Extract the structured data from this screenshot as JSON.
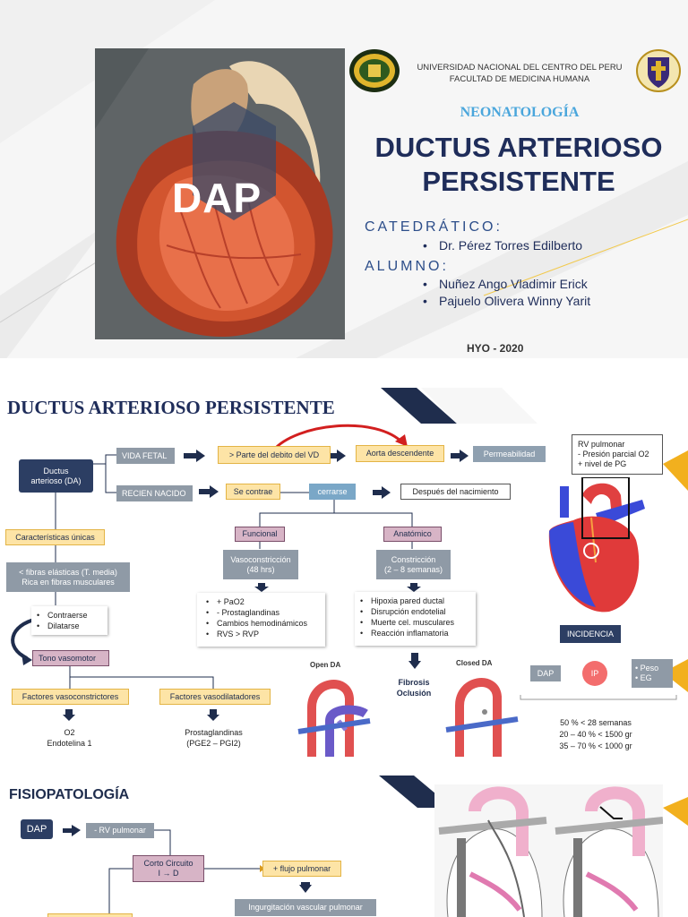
{
  "slide1": {
    "photo_overlay_label": "DAP",
    "university_line1": "UNIVERSIDAD NACIONAL DEL CENTRO DEL PERU",
    "university_line2": "FACULTAD DE MEDICINA HUMANA",
    "subject": "NEONATOLOGÍA",
    "title_line1": "DUCTUS ARTERIOSO",
    "title_line2": "PERSISTENTE",
    "catedratico_label": "CATEDRÁTICO:",
    "catedratico_name": "Dr. Pérez Torres Edilberto",
    "alumno_label": "ALUMNO:",
    "alumnos": [
      "Nuñez Ango Vladimir Erick",
      "Pajuelo Olivera Winny Yarit"
    ],
    "date": "HYO - 2020"
  },
  "slide2": {
    "title": "DUCTUS ARTERIOSO PERSISTENTE",
    "ductus": [
      "Ductus",
      "arterioso (DA)"
    ],
    "vida_fetal": "VIDA FETAL",
    "recien_nacido": "RECIEN NACIDO",
    "parte_debito": "> Parte del debito del VD",
    "aorta_descendente": "Aorta descendente",
    "permeabilidad": "Permeabilidad",
    "rv_list": [
      "RV pulmonar",
      "- Presión parcial O2",
      "+ nivel de PG"
    ],
    "se_contrae": "Se contrae",
    "cerrarse": "cerrarse",
    "despues_nacimiento": "Después del nacimiento",
    "caracteristicas": "Características únicas",
    "fibras": [
      "< fibras elásticas (T. media)",
      "Rica en fibras musculares"
    ],
    "contraerse_list": [
      "Contraerse",
      "Dilatarse"
    ],
    "tono_vasomotor": "Tono vasomotor",
    "factores_vasoconstrictores": "Factores vasoconstrictores",
    "factores_vasodilatadores": "Factores vasodilatadores",
    "vasoconstrictores_items": [
      "O2",
      "Endotelina 1"
    ],
    "vasodilatadores_items": [
      "Prostaglandinas",
      "(PGE2 – PGI2)"
    ],
    "funcional": "Funcional",
    "anatomico": "Anatómico",
    "vasoconstriccion": [
      "Vasoconstricción",
      "(48 hrs)"
    ],
    "constriccion": [
      "Constricción",
      "(2 – 8 semanas)"
    ],
    "funcional_list": [
      "+ PaO2",
      "- Prostaglandinas",
      "Cambios hemodinámicos",
      "RVS > RVP"
    ],
    "anatomico_list": [
      "Hipoxia pared ductal",
      "Disrupción endotelial",
      "Muerte cel. musculares",
      "Reacción inflamatoria"
    ],
    "fibrosis": [
      "Fibrosis",
      "Oclusión"
    ],
    "open_da": "Open DA",
    "closed_da": "Closed DA",
    "incidencia": "INCIDENCIA",
    "dap": "DAP",
    "ip": "IP",
    "peso_list": [
      "Peso",
      "EG"
    ],
    "incidencia_stats": [
      "50 %  < 28 semanas",
      "20 – 40 % < 1500 gr",
      "35 – 70 % < 1000 gr"
    ]
  },
  "slide3": {
    "title": "FISIOPATOLOGÍA",
    "dap": "DAP",
    "rv_pulmonar": "- RV pulmonar",
    "corto_circuito": [
      "Corto Circuito",
      "I → D"
    ],
    "flujo_pulmonar": "+ flujo pulmonar",
    "ingurgitacion": "Ingurgitación vascular pulmonar"
  },
  "colors": {
    "navy": "#2c3e63",
    "gold": "#fde4a6",
    "mauve": "#d7b4c6",
    "red_arrow": "#d21f1f",
    "title_blue": "#1f2d5a",
    "accent_gold": "#f2b01e"
  }
}
